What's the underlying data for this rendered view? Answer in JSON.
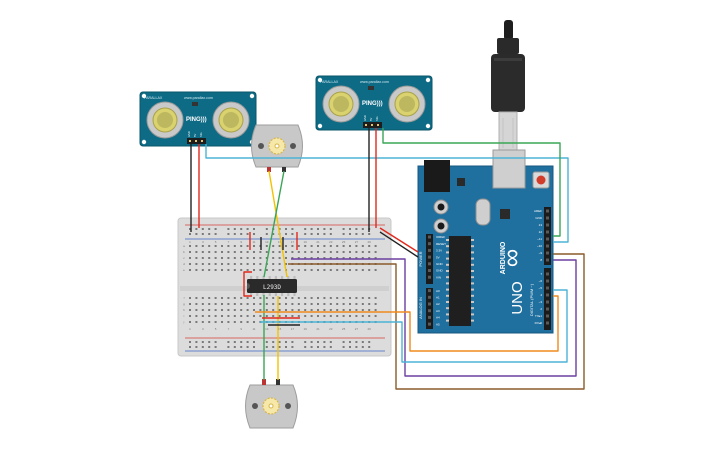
{
  "sensor_left": {
    "brand": "PARALLAX",
    "url": "www.parallax.com",
    "label": "PING)))",
    "pins": [
      "GND",
      "5V",
      "SIG"
    ]
  },
  "sensor_right": {
    "brand": "PARALLAX",
    "url": "www.parallax.com",
    "label": "PING)))",
    "pins": [
      "GND",
      "5V",
      "SIG"
    ]
  },
  "driver_chip": {
    "label": "L293D"
  },
  "arduino": {
    "brand": "ARDUINO",
    "model": "UNO",
    "logo_symbol": "∞",
    "power_header": "POWER",
    "analog_header": "ANALOG IN",
    "digital_header": "DIGITAL (PWM ~)",
    "left_pins": [
      "IOREF",
      "RESET",
      "3.3V",
      "5V",
      "GND",
      "GND",
      "VIN",
      "",
      "A0",
      "A1",
      "A2",
      "A3",
      "A4",
      "A5"
    ],
    "right_pins": [
      "AREF",
      "GND",
      "13",
      "12",
      "~11",
      "~10",
      "~9",
      "8",
      "",
      "7",
      "~6",
      "~5",
      "4",
      "~3",
      "2",
      "TX▸1",
      "RX◂0"
    ]
  },
  "breadboard": {
    "column_numbers": [
      "1",
      "3",
      "5",
      "7",
      "9",
      "11",
      "13",
      "15",
      "17",
      "19",
      "21",
      "23",
      "25",
      "27",
      "29"
    ],
    "row_letters_top": [
      "a",
      "b",
      "c",
      "d",
      "e"
    ],
    "row_letters_bottom": [
      "f",
      "g",
      "h",
      "i",
      "j"
    ]
  },
  "colors": {
    "sensor_board": "#0e6b86",
    "arduino_board": "#1f6f9f",
    "wire_red": "#e0281c",
    "wire_black": "#222222",
    "wire_green": "#3aa655",
    "wire_cyan": "#4bb3d6",
    "wire_yellow": "#f2c200",
    "wire_orange": "#f08a1c",
    "wire_purple": "#6b3fa0",
    "wire_brown": "#8a5a2b"
  }
}
